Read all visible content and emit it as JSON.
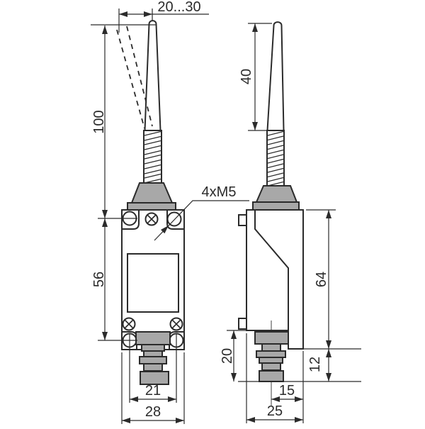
{
  "drawing": {
    "dimensions": {
      "deflection": "20...30",
      "lever_length": "100",
      "hole_spacing_vertical": "56",
      "hole_spacing_horizontal": "21",
      "front_width": "28",
      "rod_length": "40",
      "body_height": "64",
      "gland_projection": "20",
      "gland_tip": "12",
      "axis_to_back": "15",
      "body_depth": "25"
    },
    "callouts": {
      "mounting_screws": "4xM5"
    },
    "colors": {
      "line": "#2b2b2b",
      "gray_fill": "#a8a8a8",
      "background": "#ffffff"
    }
  }
}
